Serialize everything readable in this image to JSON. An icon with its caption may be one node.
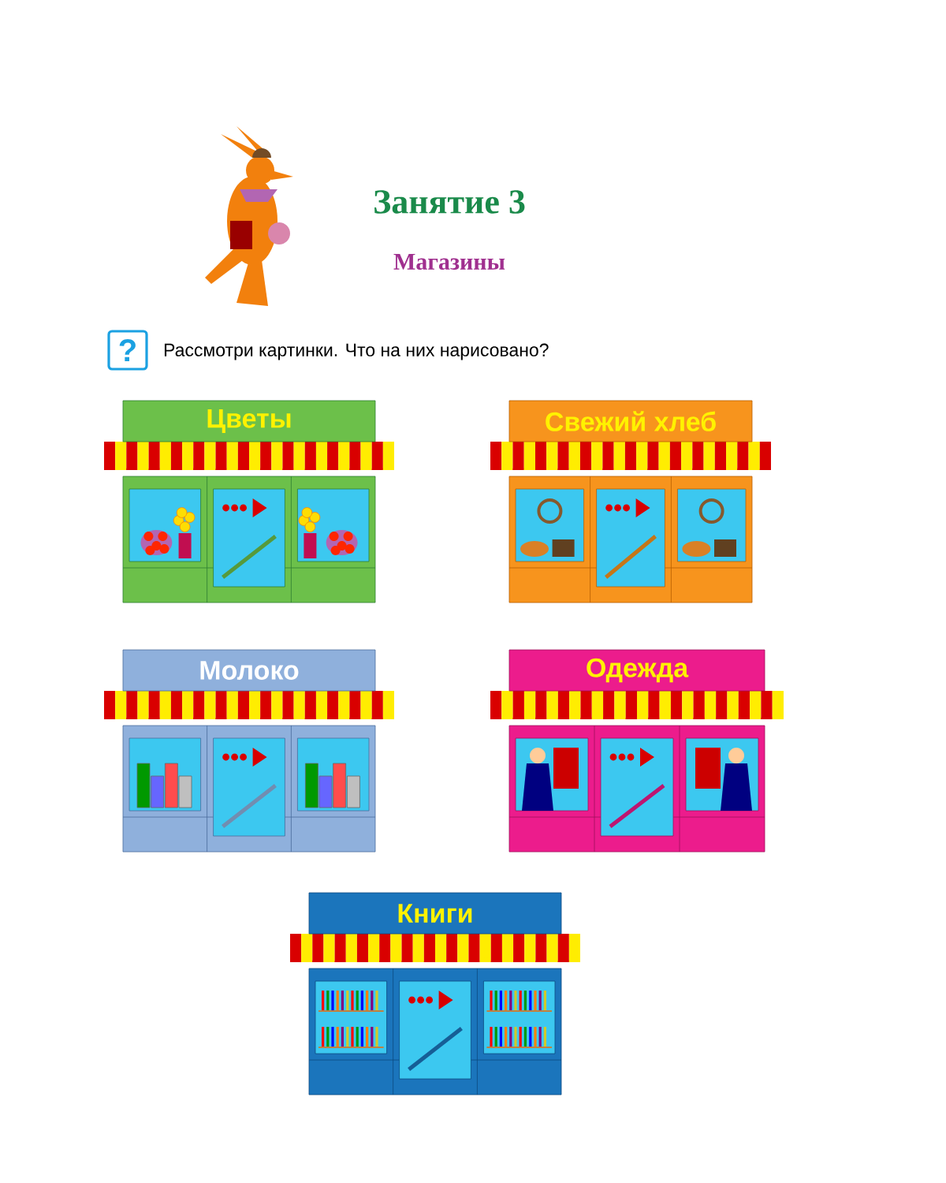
{
  "diagram": {
    "title": "Занятие 3",
    "nodes": [
      {
        "text": [
          "Цветы"
        ]
      },
      {
        "text": [
          "Свежий хлеб"
        ]
      },
      {
        "text": [
          "Молоко"
        ]
      },
      {
        "text": [
          "Одежда"
        ]
      },
      {
        "text": [
          "Книги"
        ]
      }
    ],
    "labels": [
      "Магазины",
      "?",
      "Рассмотри картинки. Что на них нарисовано?"
    ]
  }
}
